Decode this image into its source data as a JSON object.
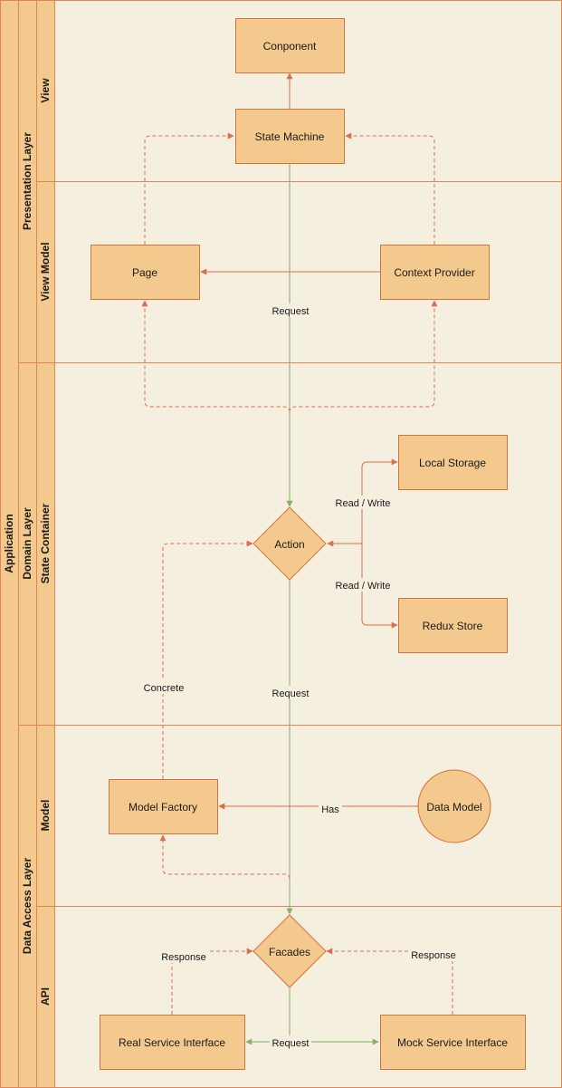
{
  "app_title": "Application",
  "layers": {
    "presentation": "Presentation Layer",
    "domain": "Domain Layer",
    "data_access": "Data Access Layer"
  },
  "lanes": {
    "view": "View",
    "view_model": "View Model",
    "state_container": "State Container",
    "model": "Model",
    "api": "API"
  },
  "nodes": {
    "component": "Conponent",
    "state_machine": "State Machine",
    "page": "Page",
    "context_provider": "Context Provider",
    "local_storage": "Local Storage",
    "action": "Action",
    "redux_store": "Redux Store",
    "model_factory": "Model Factory",
    "data_model": "Data Model",
    "facades": "Facades",
    "real_service": "Real Service Interface",
    "mock_service": "Mock Service Interface"
  },
  "edge_labels": {
    "request_top": "Request",
    "read_write_upper": "Read / Write",
    "read_write_lower": "Read / Write",
    "concrete": "Concrete",
    "request_mid": "Request",
    "has": "Has",
    "response_left": "Response",
    "response_right": "Response",
    "request_bottom": "Request"
  },
  "colors": {
    "background": "#f5efe0",
    "node_fill": "#f3c98d",
    "node_stroke": "#d3713f",
    "lane_fill": "#f3c98d",
    "lane_line": "#e0845a",
    "edge_orange": "#d9704c",
    "edge_green": "#82b366",
    "text": "#1a1a1a"
  }
}
